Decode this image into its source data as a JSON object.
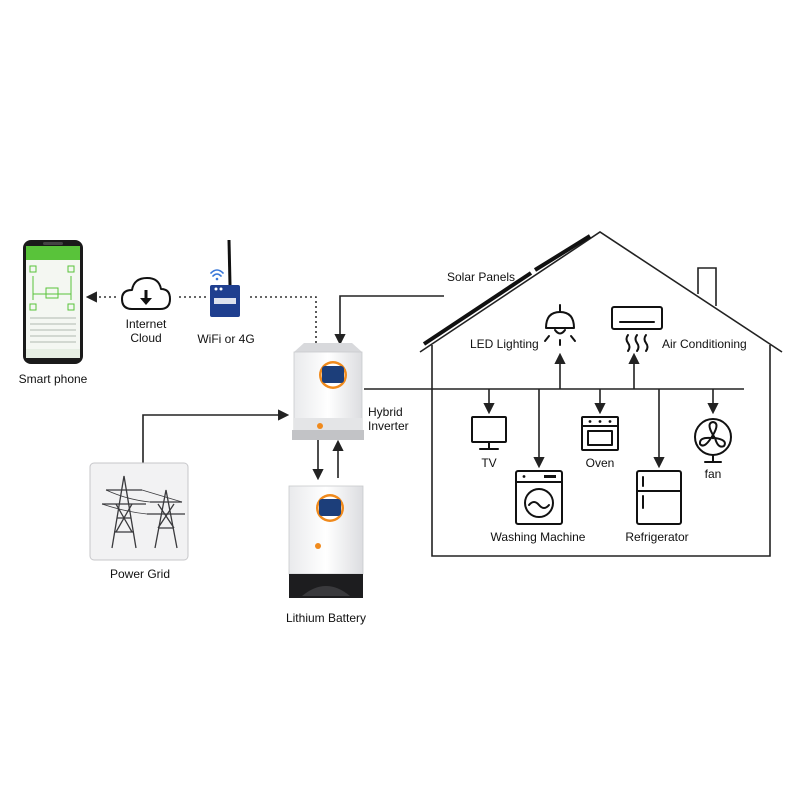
{
  "labels": {
    "smart_phone": "Smart phone",
    "internet_cloud_1": "Internet",
    "internet_cloud_2": "Cloud",
    "wifi": "WiFi or 4G",
    "solar_panels": "Solar Panels",
    "hybrid_inverter_1": "Hybrid",
    "hybrid_inverter_2": "Inverter",
    "power_grid": "Power Grid",
    "lithium_battery": "Lithium Battery",
    "led_lighting": "LED Lighting",
    "air_conditioning": "Air Conditioning",
    "tv": "TV",
    "oven": "Oven",
    "fan": "fan",
    "washing_machine": "Washing Machine",
    "refrigerator": "Refrigerator"
  },
  "colors": {
    "accent_orange": "#f08a1c",
    "phone_green": "#59c33a",
    "screen_blue": "#1c3e7a",
    "wifi_module_blue": "#1f3f8f",
    "line": "#222222"
  },
  "icons": [
    "cloud-download-icon",
    "wifi-signal-icon",
    "lamp-icon",
    "air-conditioner-icon",
    "tv-icon",
    "oven-icon",
    "fan-icon",
    "washing-machine-icon",
    "refrigerator-icon",
    "transmission-tower-icon"
  ]
}
